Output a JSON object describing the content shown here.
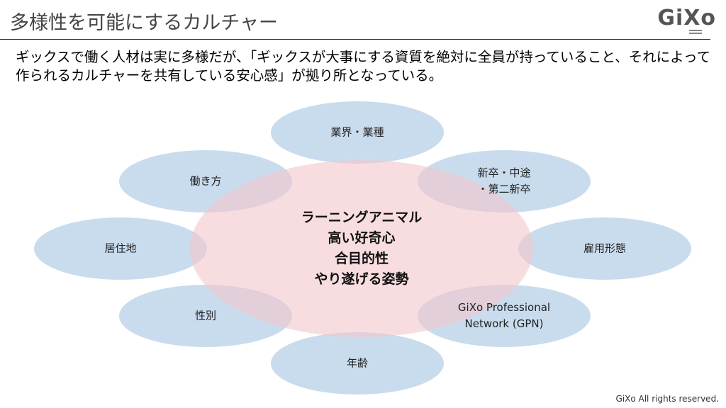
{
  "header": {
    "title": "多様性を可能にするカルチャー",
    "logo": "GiXo"
  },
  "lead": "ギックスで働く人材は実に多様だが、「ギックスが大事にする資質を絶対に全員が持っていること、それによって作られるカルチャーを共有している安心感」が拠り所となっている。",
  "core": {
    "lines": [
      "ラーニングアニマル",
      "高い好奇心",
      "合目的性",
      "やり遂げる姿勢"
    ]
  },
  "diversity": [
    {
      "label": "業界・業種"
    },
    {
      "label": "新卒・中途\n・第二新卒"
    },
    {
      "label": "雇用形態"
    },
    {
      "label": "GiXo Professional\nNetwork (GPN)"
    },
    {
      "label": "年齢"
    },
    {
      "label": "性別"
    },
    {
      "label": "居住地"
    },
    {
      "label": "働き方"
    }
  ],
  "colors": {
    "ellipse": "#bcd3ea",
    "core": "#f4c6cc"
  },
  "footer": "GiXo All rights reserved."
}
